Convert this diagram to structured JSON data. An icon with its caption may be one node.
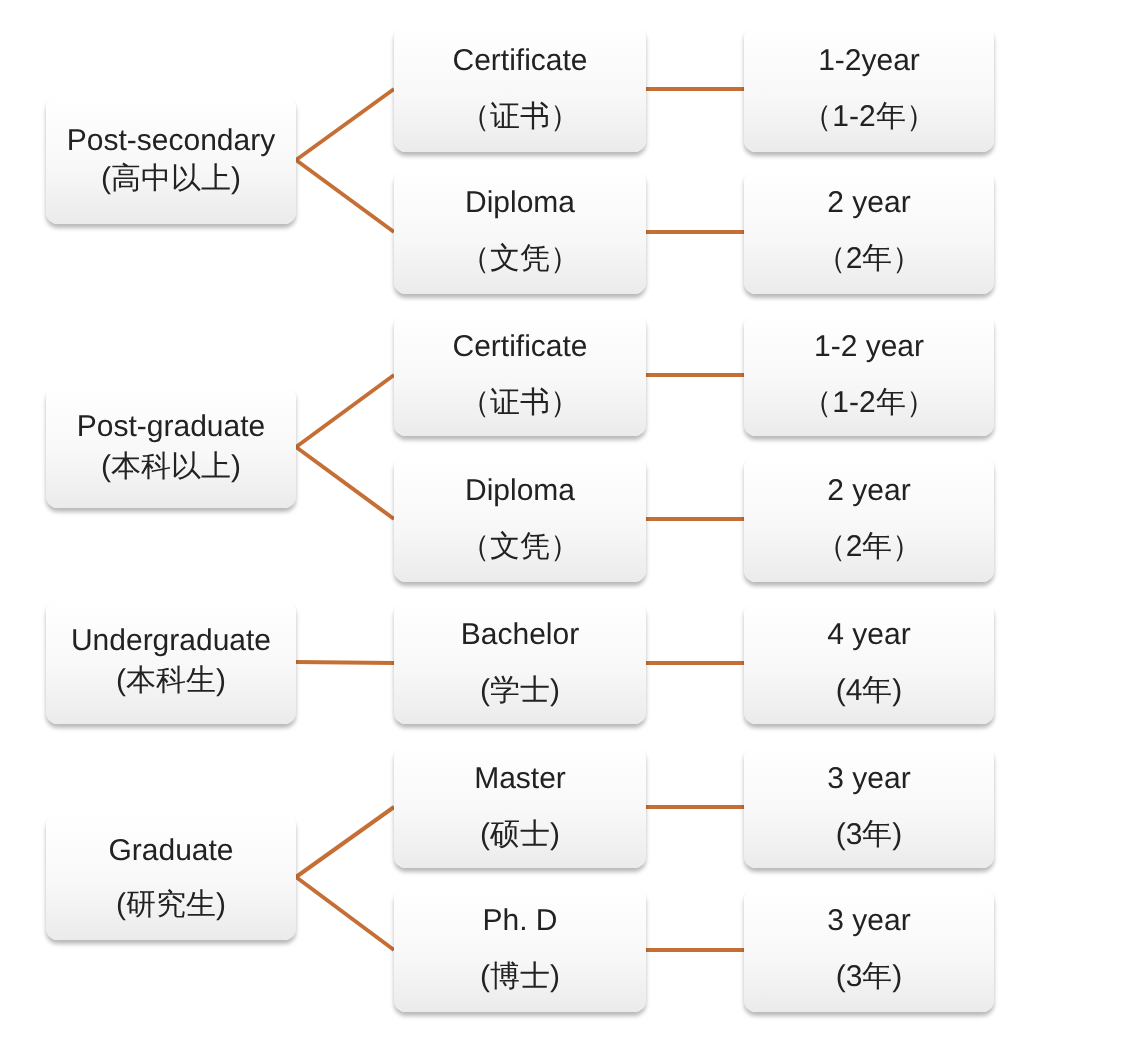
{
  "diagram": {
    "nodes": [
      {
        "text": [
          "Post-secondary",
          "(高中以上)"
        ]
      },
      {
        "text": [
          "Certificate",
          "（证书）"
        ]
      },
      {
        "text": [
          "1-2year",
          "（1-2年）"
        ]
      },
      {
        "text": [
          "Diploma",
          "（文凭）"
        ]
      },
      {
        "text": [
          "2 year",
          "（2年）"
        ]
      },
      {
        "text": [
          "Post-graduate",
          "(本科以上)"
        ]
      },
      {
        "text": [
          "Certificate",
          "（证书）"
        ]
      },
      {
        "text": [
          "1-2 year",
          "（1-2年）"
        ]
      },
      {
        "text": [
          "Diploma",
          "（文凭）"
        ]
      },
      {
        "text": [
          "2 year",
          "（2年）"
        ]
      },
      {
        "text": [
          "Undergraduate",
          "(本科生)"
        ]
      },
      {
        "text": [
          "Bachelor",
          "(学士)"
        ]
      },
      {
        "text": [
          "4 year",
          "(4年)"
        ]
      },
      {
        "text": [
          "Graduate",
          "(研究生)"
        ]
      },
      {
        "text": [
          "Master",
          "(硕士)"
        ]
      },
      {
        "text": [
          "3 year",
          "(3年)"
        ]
      },
      {
        "text": [
          "Ph. D",
          "(博士)"
        ]
      },
      {
        "text": [
          "3 year",
          "(3年)"
        ]
      }
    ],
    "edges": [
      {
        "from": 0,
        "to": 1,
        "arrow": "none"
      },
      {
        "from": 0,
        "to": 3,
        "arrow": "none"
      },
      {
        "from": 1,
        "to": 2,
        "arrow": "none"
      },
      {
        "from": 3,
        "to": 4,
        "arrow": "none"
      },
      {
        "from": 5,
        "to": 6,
        "arrow": "none"
      },
      {
        "from": 5,
        "to": 8,
        "arrow": "none"
      },
      {
        "from": 6,
        "to": 7,
        "arrow": "none"
      },
      {
        "from": 8,
        "to": 9,
        "arrow": "none"
      },
      {
        "from": 10,
        "to": 11,
        "arrow": "none"
      },
      {
        "from": 11,
        "to": 12,
        "arrow": "none"
      },
      {
        "from": 13,
        "to": 14,
        "arrow": "none"
      },
      {
        "from": 13,
        "to": 16,
        "arrow": "none"
      },
      {
        "from": 14,
        "to": 15,
        "arrow": "none"
      },
      {
        "from": 16,
        "to": 17,
        "arrow": "none"
      }
    ]
  }
}
